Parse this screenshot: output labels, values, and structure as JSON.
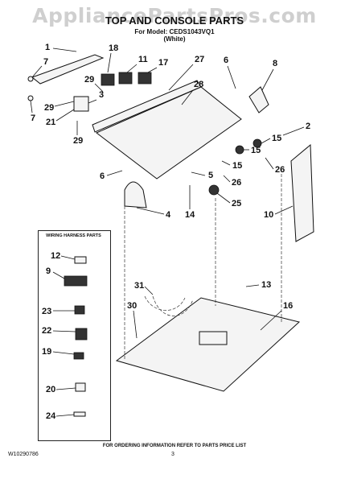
{
  "watermark": "AppliancePartsPros.com",
  "title": "TOP AND CONSOLE PARTS",
  "model_line1": "For Model: CEDS1043VQ1",
  "model_line2": "(White)",
  "harness_title": "WIRING HARNESS PARTS",
  "footer_note": "FOR ORDERING INFORMATION REFER TO PARTS PRICE LIST",
  "doc_number": "W10290786",
  "page_number": "3",
  "callouts": {
    "c1": "1",
    "c7a": "7",
    "c7b": "7",
    "c29a": "29",
    "c29b": "29",
    "c29c": "29",
    "c21": "21",
    "c3": "3",
    "c18": "18",
    "c11": "11",
    "c17": "17",
    "c27": "27",
    "c6a": "6",
    "c6b": "6",
    "c8": "8",
    "c28": "28",
    "c2": "2",
    "c15a": "15",
    "c15b": "15",
    "c15c": "15",
    "c26a": "26",
    "c26b": "26",
    "c5": "5",
    "c25": "25",
    "c14": "14",
    "c4": "4",
    "c10": "10",
    "c13": "13",
    "c16": "16",
    "c30": "30",
    "c31": "31",
    "c12": "12",
    "c9": "9",
    "c23": "23",
    "c22": "22",
    "c19": "19",
    "c20": "20",
    "c24": "24"
  }
}
